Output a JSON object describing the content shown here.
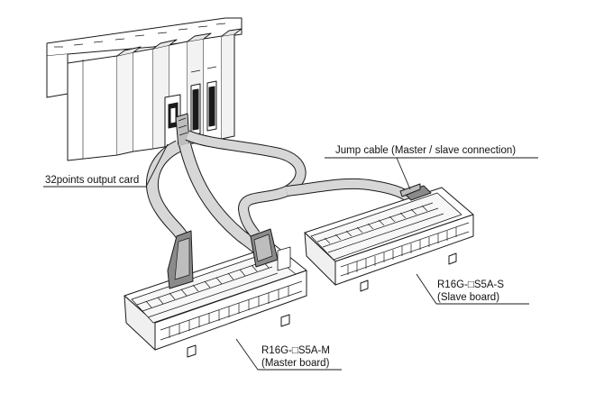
{
  "labels": {
    "output_card": "32points output card",
    "jump_cable": "Jump cable (Master / slave connection)",
    "slave_model": "R16G-□S5A-S",
    "slave_name": "(Slave board)",
    "master_model": "R16G-□S5A-M",
    "master_name": "(Master board)"
  }
}
